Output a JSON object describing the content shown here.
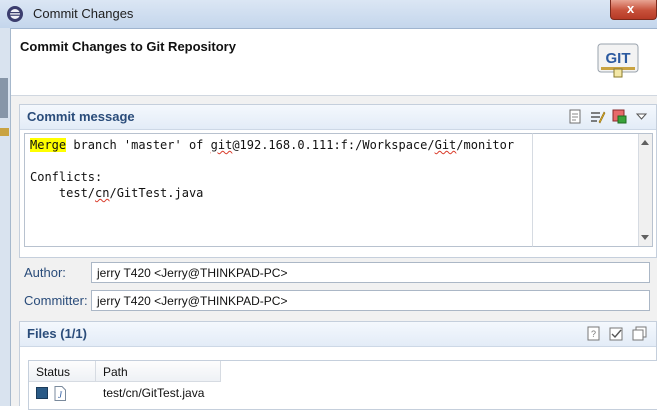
{
  "window": {
    "title": "Commit Changes",
    "close_label": "x"
  },
  "header": {
    "title": "Commit Changes to Git Repository",
    "logo_text": "GIT"
  },
  "commit_message": {
    "section_title": "Commit message",
    "first_word": "Merge",
    "line1_middle": " branch 'master' of ",
    "git_word": "git",
    "line1_mid2": "@192.168.0.111:f:/Workspace/",
    "git_word2": "Git",
    "line1_end": "/monitor",
    "line2": "",
    "line3": "Conflicts:",
    "line4_prefix": "    test/",
    "cn_word": "cn",
    "line4_end": "/GitTest.java",
    "toolbar_icons": [
      "spellcheck-icon",
      "amend-icon",
      "signoff-icon",
      "dropdown-icon"
    ]
  },
  "author": {
    "label": "Author:",
    "value": "jerry T420 <Jerry@THINKPAD-PC>"
  },
  "committer": {
    "label": "Committer:",
    "value": "jerry T420 <Jerry@THINKPAD-PC>"
  },
  "files": {
    "section_title": "Files (1/1)",
    "columns": [
      "Status",
      "Path"
    ],
    "rows": [
      {
        "checked": true,
        "icon": "java-file-icon",
        "path": "test/cn/GitTest.java"
      }
    ],
    "toolbar_icons": [
      "show-untracked-icon",
      "select-all-icon",
      "deselect-all-icon"
    ]
  },
  "colors": {
    "section_title": "#2a4c7a",
    "highlight": "#ffff00",
    "close_button": "#c7503a"
  }
}
